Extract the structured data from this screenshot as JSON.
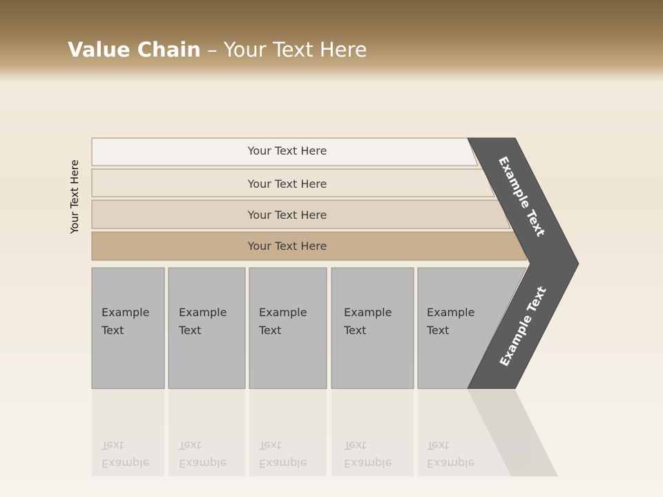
{
  "slide": {
    "title_bold": "Value Chain",
    "title_rest": " – Your Text Here",
    "vertical_label": "Your Text Here"
  },
  "bars": [
    {
      "label": "Your Text Here",
      "color": "#f4f1ec"
    },
    {
      "label": "Your Text Here",
      "color": "#ece3d7"
    },
    {
      "label": "Your Text Here",
      "color": "#e1d3c1"
    },
    {
      "label": "Your Text Here",
      "color": "#c8b193"
    }
  ],
  "columns": [
    {
      "line1": "Example",
      "line2": "Text"
    },
    {
      "line1": "Example",
      "line2": "Text"
    },
    {
      "line1": "Example",
      "line2": "Text"
    },
    {
      "line1": "Example",
      "line2": "Text"
    },
    {
      "line1": "Example",
      "line2": "Text"
    }
  ],
  "chevron": {
    "upper_label": "Example Text",
    "lower_label": "Example Text",
    "color": "#5d5d5d"
  },
  "column_color": "#bababa"
}
